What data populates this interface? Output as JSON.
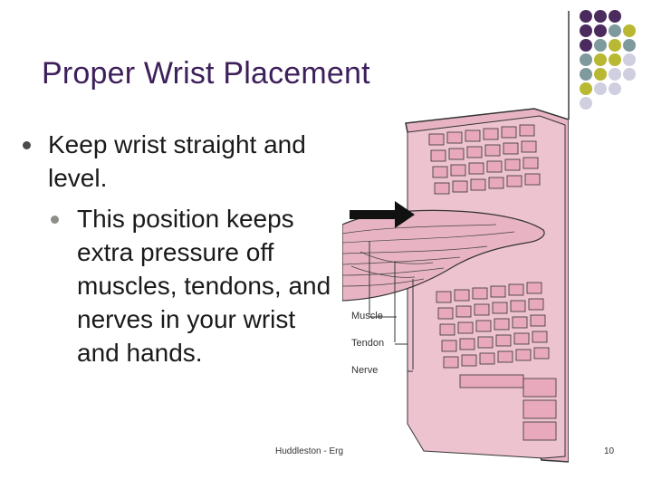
{
  "slide": {
    "title": "Proper Wrist Placement",
    "bullet_main": "Keep wrist straight and level.",
    "bullet_sub": "This position keeps extra pressure off muscles, tendons, and nerves in your wrist and hands.",
    "footer": "Huddleston - Erg",
    "page_number": "10"
  },
  "illustration": {
    "labels": [
      "Muscle",
      "Tendon",
      "Nerve"
    ]
  },
  "decor": {
    "dot_colors": [
      "#4b2b5e",
      "#7f9a9c",
      "#b8b832",
      "#cfcfe0"
    ]
  }
}
